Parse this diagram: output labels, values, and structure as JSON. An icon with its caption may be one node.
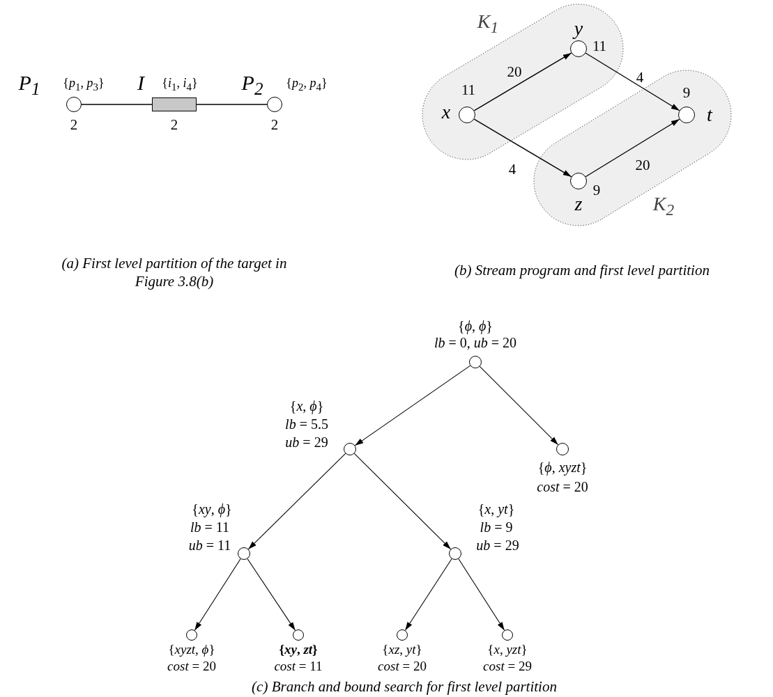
{
  "diagram": {
    "nodes": [
      {
        "text": [
          "P$_{1}$"
        ],
        "beside": [
          "{*p*$_{1}$, *p*$_{3}$}",
          "2"
        ]
      },
      {
        "text": [
          "I"
        ],
        "beside": [
          "{*i*$_{1}$, *i*$_{4}$}",
          "2"
        ]
      },
      {
        "text": [
          "P$_{2}$"
        ],
        "beside": [
          "{*p*$_{2}$, *p*$_{4}$}",
          "2"
        ]
      },
      {
        "text": [
          "K$_{1}$"
        ]
      },
      {
        "text": [
          "K$_{2}$"
        ]
      },
      {
        "text": [
          "x"
        ],
        "beside": [
          "11"
        ],
        "in": 3
      },
      {
        "text": [
          "y"
        ],
        "beside": [
          "11"
        ],
        "in": 3
      },
      {
        "text": [
          "z"
        ],
        "beside": [
          "9"
        ],
        "in": 4
      },
      {
        "text": [
          "t"
        ],
        "beside": [
          "9"
        ],
        "in": 4
      },
      {
        "text": [
          "{*ϕ*, *ϕ*}",
          "*lb* = 0, *ub* = 20"
        ]
      },
      {
        "text": [
          "{*x*, *ϕ*}",
          "*lb* = 5.5",
          "*ub* = 29"
        ]
      },
      {
        "text": [
          "{*ϕ*, *xyzt*}",
          "*cost* = 20"
        ]
      },
      {
        "text": [
          "{*xy*, *ϕ*}",
          "*lb* = 11",
          "*ub* = 11"
        ]
      },
      {
        "text": [
          "{*x*, *yt*}",
          "*lb* = 9",
          "*ub* = 29"
        ]
      },
      {
        "text": [
          "{*xyzt*, *ϕ*}",
          "*cost* = 20"
        ]
      },
      {
        "text": [
          "{*xy*, *zt*}",
          "*cost* = 11"
        ]
      },
      {
        "text": [
          "{*xz*, *yt*}",
          "*cost* = 20"
        ]
      },
      {
        "text": [
          "{*x*, *yzt*}",
          "*cost* = 29"
        ]
      }
    ],
    "edges": [
      {
        "from": 0,
        "to": 1,
        "arrow": "none"
      },
      {
        "from": 1,
        "to": 2,
        "arrow": "none"
      },
      {
        "from": 5,
        "to": 6,
        "arrow": "to",
        "label": "20"
      },
      {
        "from": 6,
        "to": 8,
        "arrow": "to",
        "label": "4"
      },
      {
        "from": 5,
        "to": 7,
        "arrow": "to",
        "label": "4"
      },
      {
        "from": 7,
        "to": 8,
        "arrow": "to",
        "label": "20"
      },
      {
        "from": 9,
        "to": 10,
        "arrow": "to"
      },
      {
        "from": 9,
        "to": 11,
        "arrow": "to"
      },
      {
        "from": 10,
        "to": 12,
        "arrow": "to"
      },
      {
        "from": 10,
        "to": 13,
        "arrow": "to"
      },
      {
        "from": 12,
        "to": 14,
        "arrow": "to"
      },
      {
        "from": 12,
        "to": 15,
        "arrow": "to"
      },
      {
        "from": 13,
        "to": 16,
        "arrow": "to"
      },
      {
        "from": 13,
        "to": 17,
        "arrow": "to"
      }
    ],
    "labels": [
      "(a) First level partition of the target in Figure 3.8(b)",
      "(b) Stream program and first level partition",
      "(c) Branch and bound search for first level partition"
    ]
  }
}
